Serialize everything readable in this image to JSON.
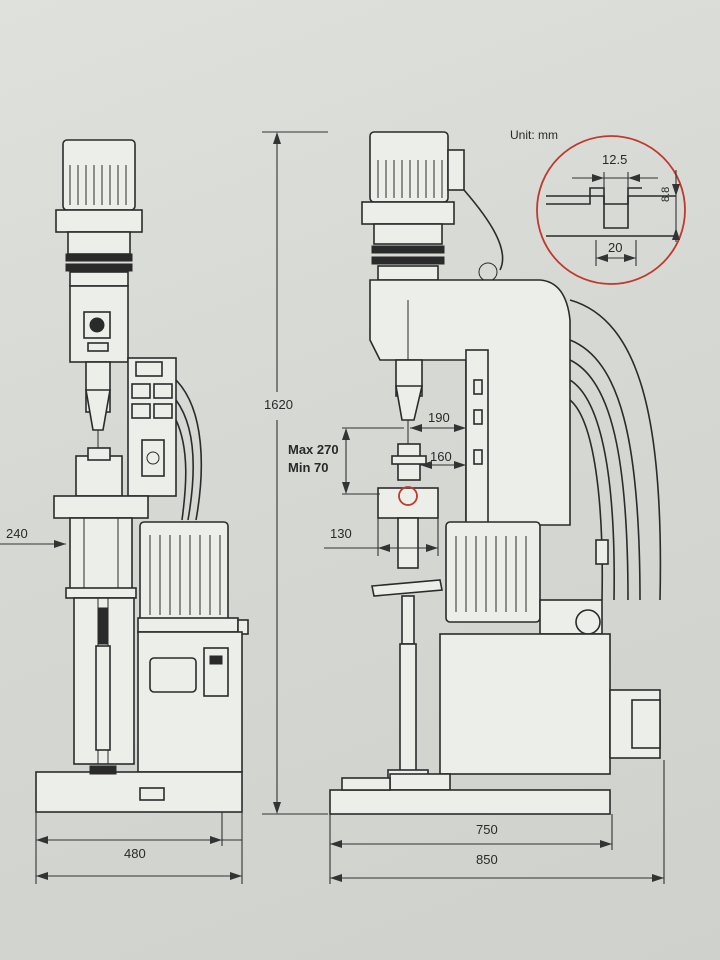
{
  "unit_label": "Unit: mm",
  "dimensions": {
    "height_total": "1620",
    "front_width": "480",
    "front_offset": "240",
    "reach_190": "190",
    "reach_160": "160",
    "stroke_max": "Max 270",
    "stroke_min": "Min 70",
    "table_width": "130",
    "base_750": "750",
    "base_850": "850"
  },
  "tslot_detail": {
    "top_width": "12.5",
    "depth": "8.8",
    "bottom_width": "20"
  },
  "colors": {
    "detail_circle": "#c0392b",
    "line": "#2b2b2b"
  }
}
